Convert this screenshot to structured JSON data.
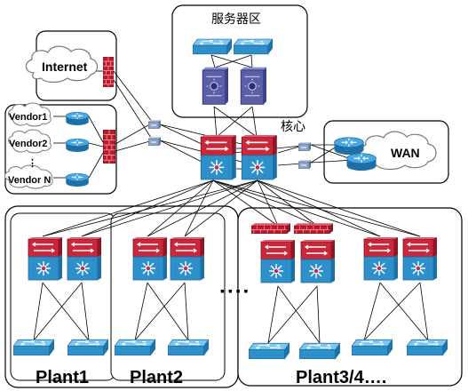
{
  "labels": {
    "server_zone": "服务器区",
    "core": "核心",
    "internet": "Internet",
    "wan": "WAN",
    "vendor1": "Vendor1",
    "vendor2": "Vendor2",
    "vendor_dots": "⋮",
    "vendorN": "Vendor N",
    "plant1": "Plant1",
    "plant2": "Plant2",
    "plant34": "Plant3/4….",
    "ellipsis": "▪ ▪ ▪ ▪"
  },
  "colors": {
    "switch_blue": "#3a9fd9",
    "core_red": "#c8283a",
    "firewall_red": "#c0182b",
    "server_purple": "#5a5fa8",
    "router_blue": "#2f8fc9"
  }
}
